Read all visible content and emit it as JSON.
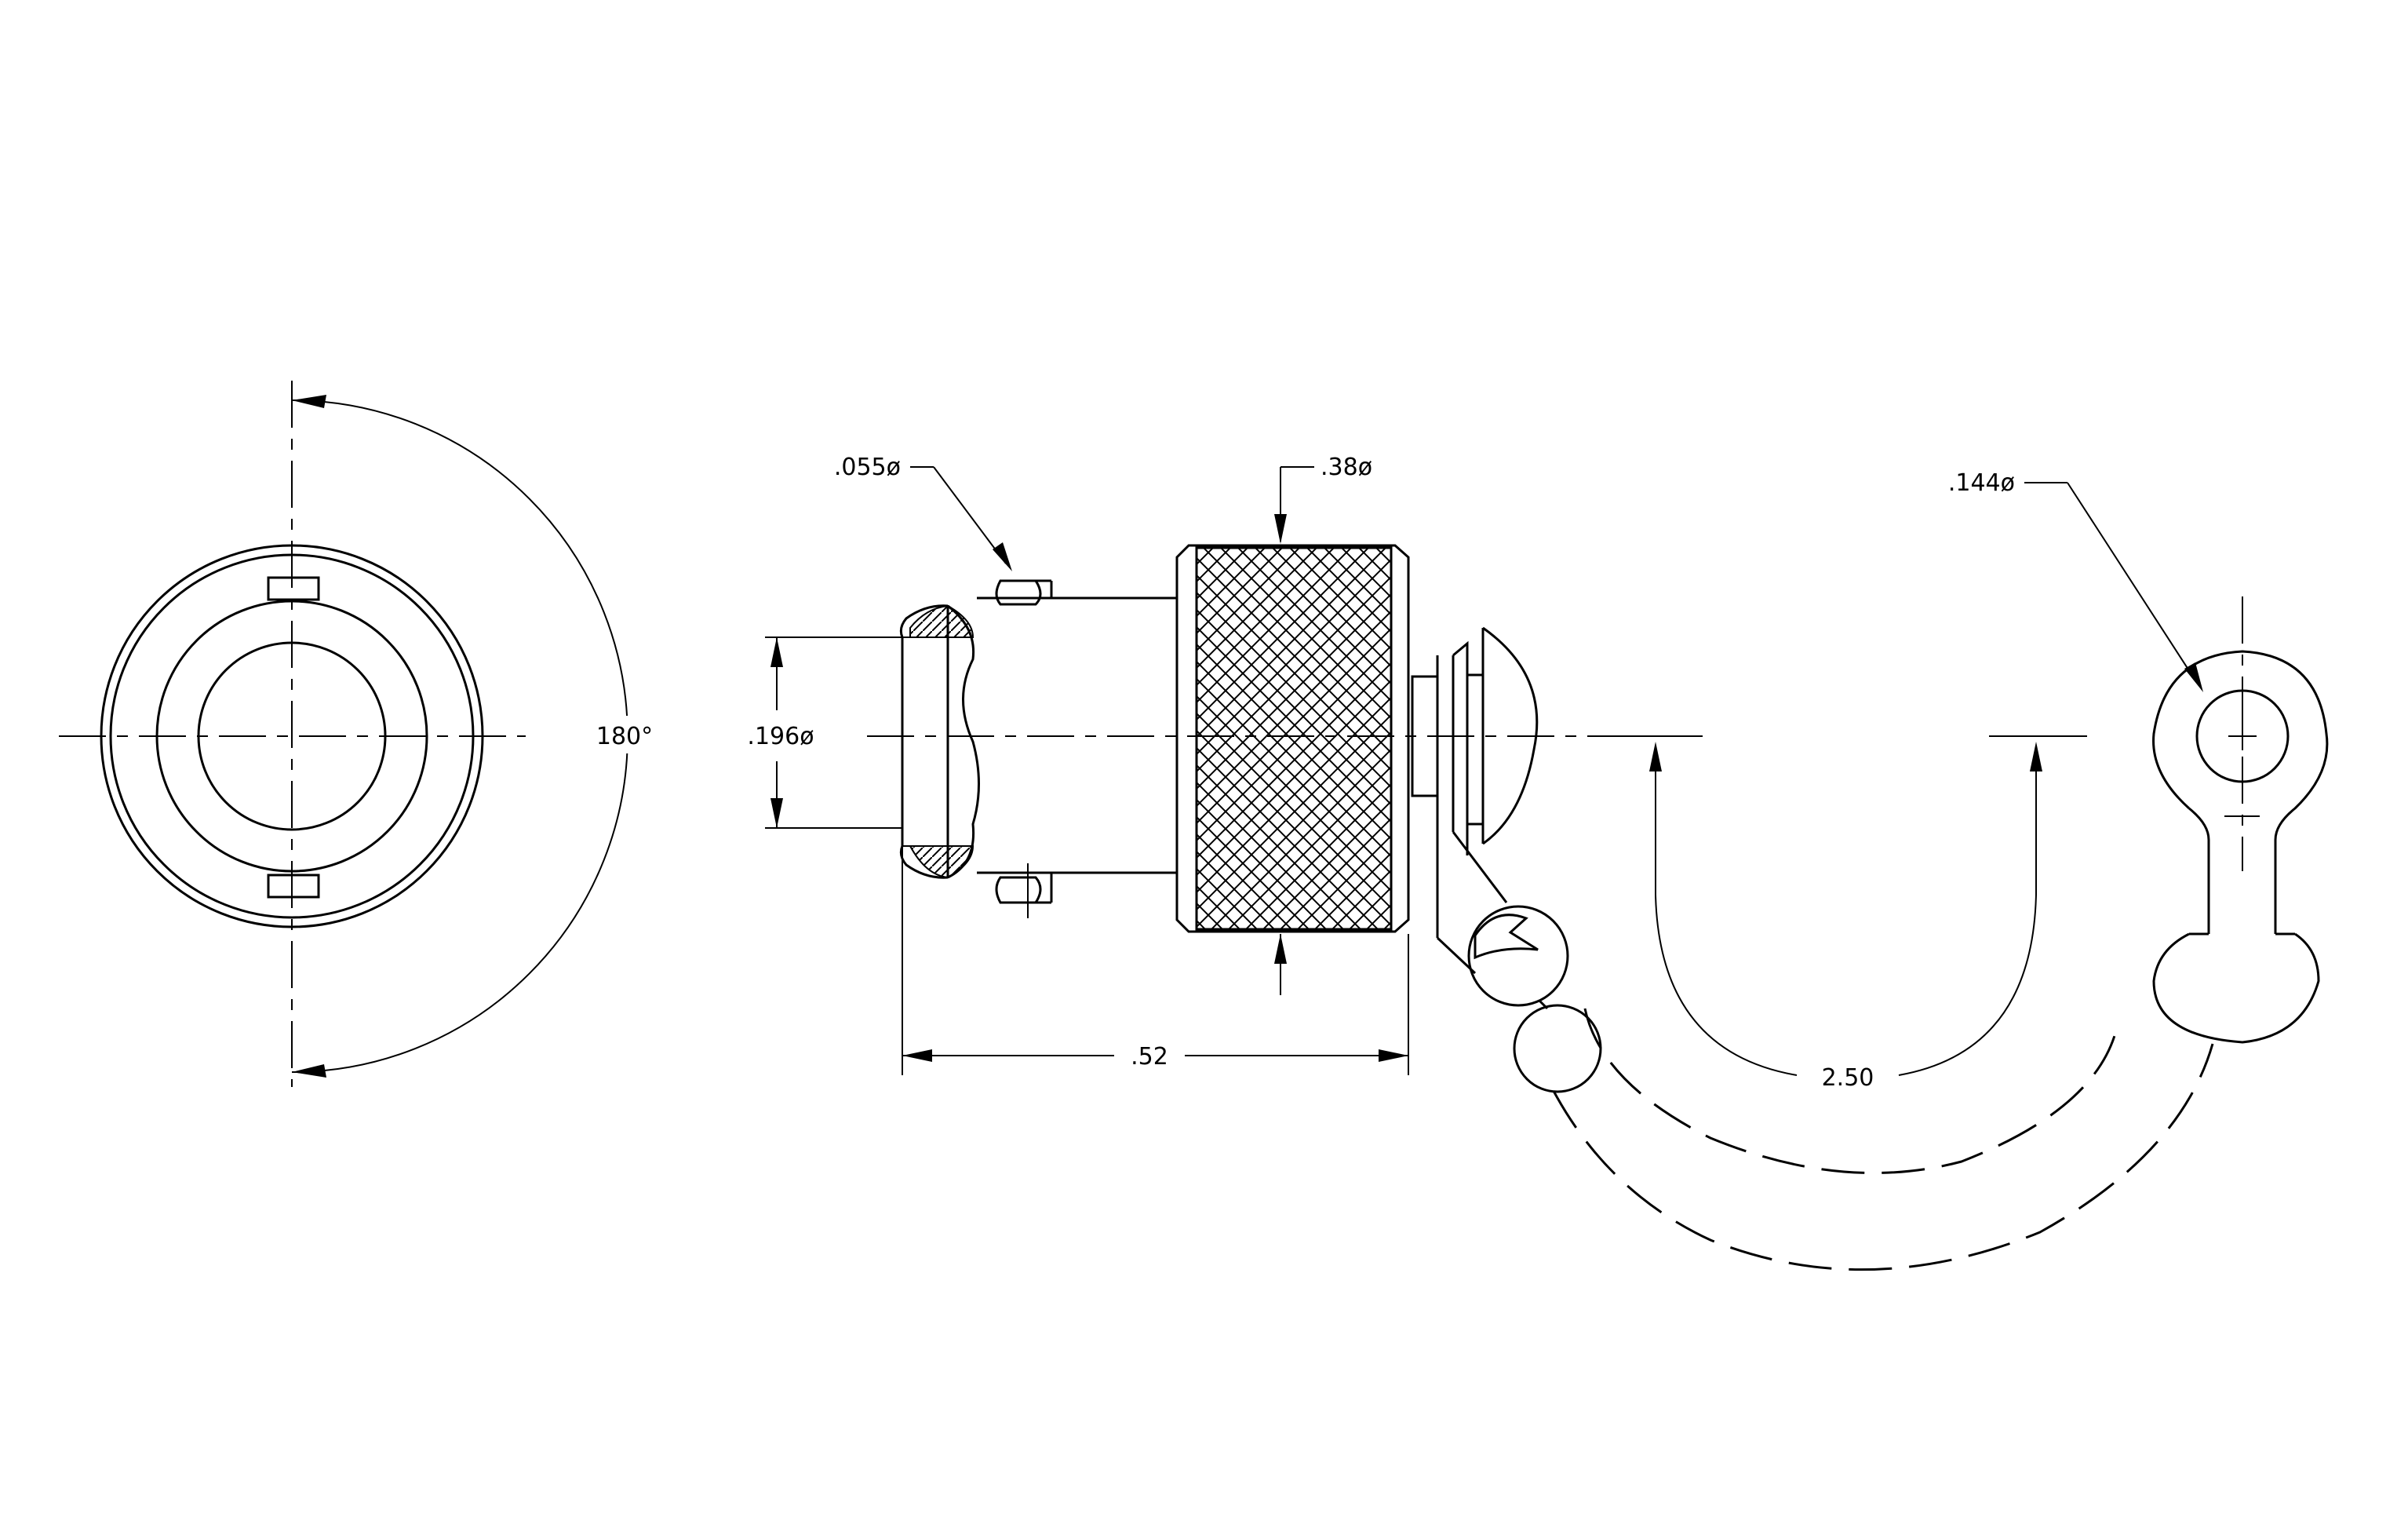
{
  "dimensions": {
    "angle": "180°",
    "bore_dia": ".196ø",
    "pin_dia": ".055ø",
    "knurl_dia": ".38ø",
    "length": ".52",
    "chain_len": "2.50",
    "ring_dia": ".144ø"
  }
}
